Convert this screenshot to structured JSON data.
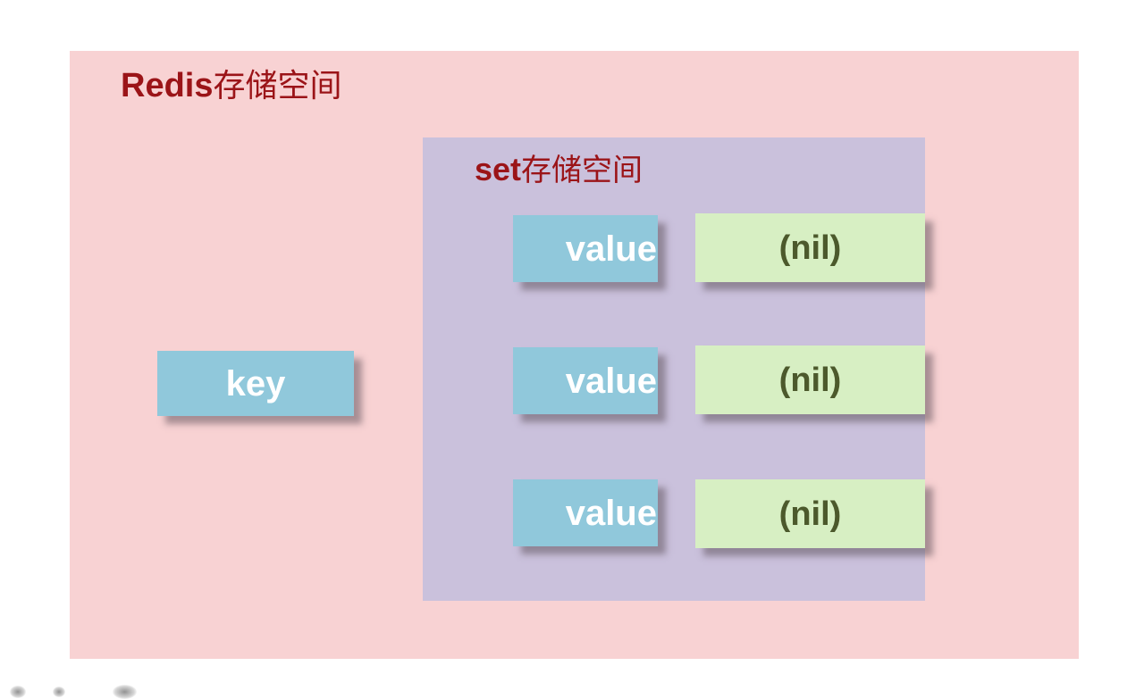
{
  "diagram": {
    "redis_space": {
      "title_latin": "Redis",
      "title_cn": "存储空间"
    },
    "set_space": {
      "title_latin": "set",
      "title_cn": "存储空间"
    },
    "key": {
      "label": "key"
    },
    "rows": [
      {
        "value_label": "value",
        "nil_label": "(nil)"
      },
      {
        "value_label": "value",
        "nil_label": "(nil)"
      },
      {
        "value_label": "value",
        "nil_label": "(nil)"
      }
    ]
  },
  "colors": {
    "page_background": "#FFFFFF",
    "redis_space_bg": "#F8D2D3",
    "set_space_bg": "#CAC1DC",
    "key_value_box_bg": "#90C8DB",
    "nil_box_bg": "#D7EFC3",
    "title_text": "#9B1418",
    "key_value_text": "#FFFFFF",
    "nil_text": "#4C592C",
    "box_shadow": "rgba(90,75,85,0.5)"
  }
}
